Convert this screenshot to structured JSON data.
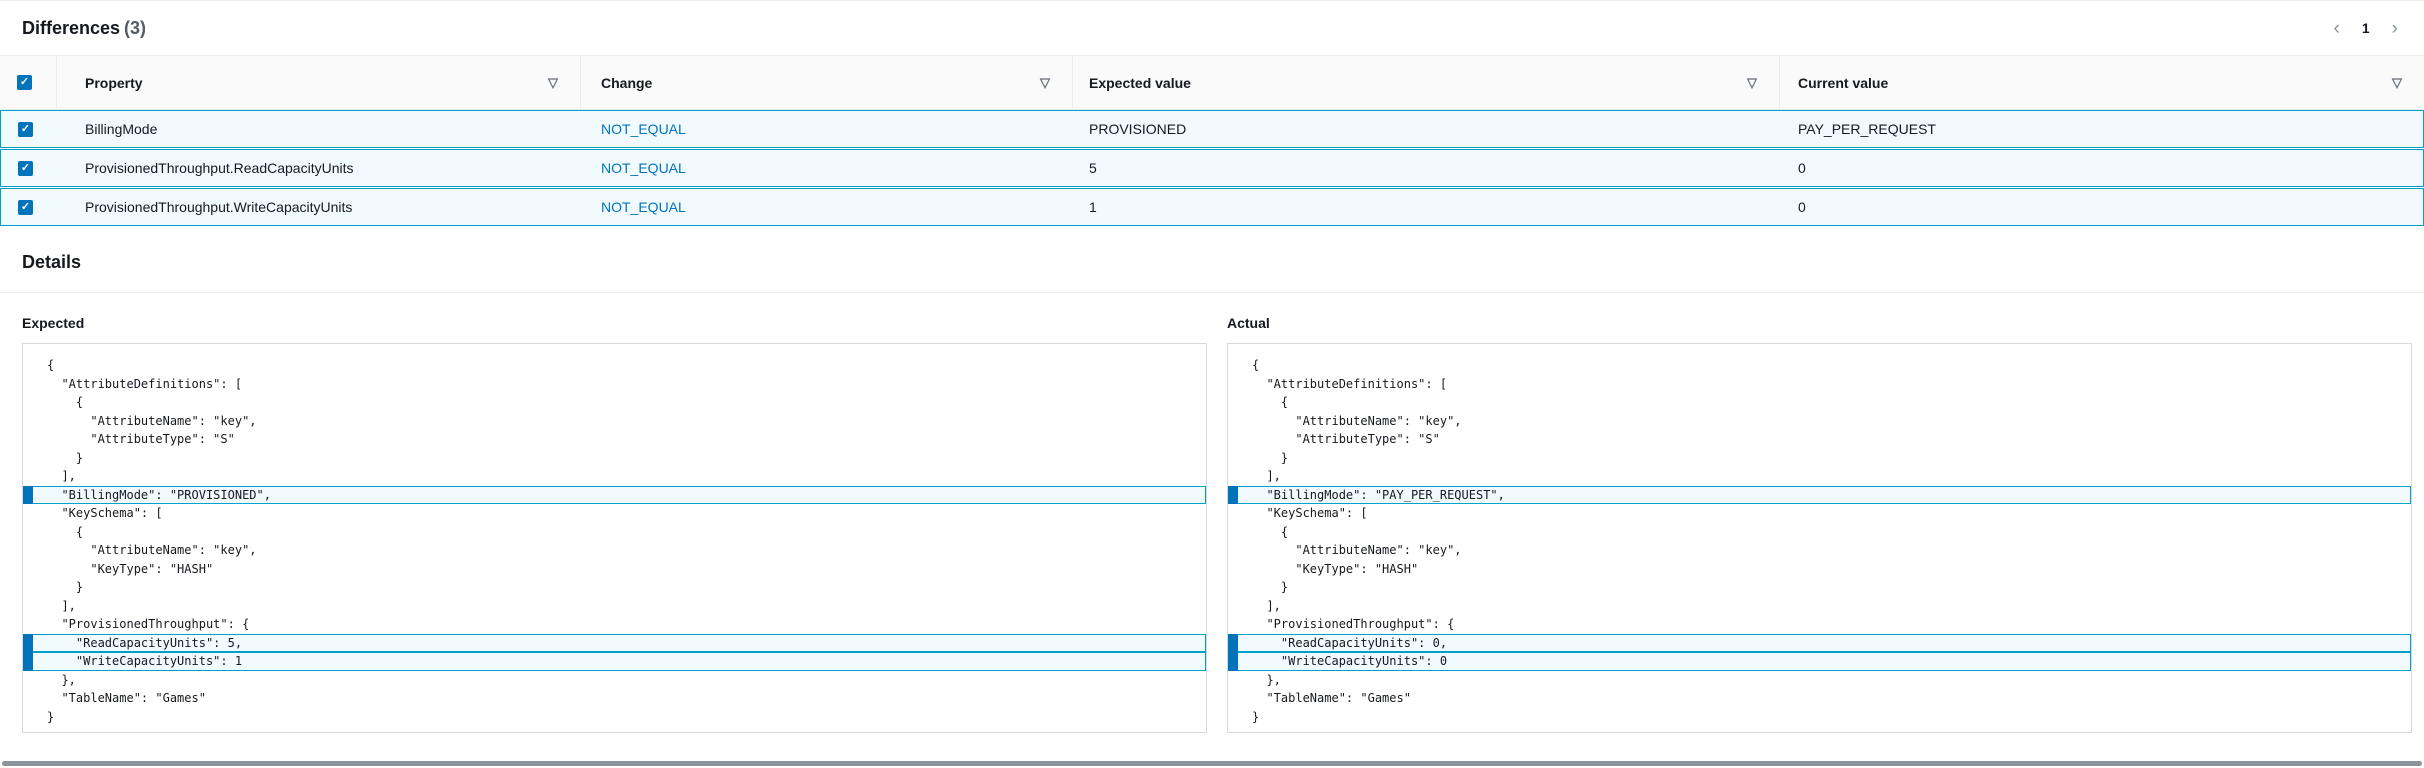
{
  "icons": {
    "filter": "▽",
    "check": "✓",
    "prev": "‹",
    "next": "›"
  },
  "colors": {
    "accent_blue": "#0073bb",
    "selected_border": "#00a1c9",
    "selected_bg": "#f1faff",
    "divider": "#eaeded",
    "text": "#16191f"
  },
  "differences": {
    "title": "Differences",
    "count": "(3)",
    "pagination": {
      "current_page": "1"
    },
    "columns": [
      "Property",
      "Change",
      "Expected value",
      "Current value"
    ],
    "rows": [
      {
        "selected": true,
        "property": "BillingMode",
        "change": "NOT_EQUAL",
        "expected": "PROVISIONED",
        "current": "PAY_PER_REQUEST"
      },
      {
        "selected": true,
        "property": "ProvisionedThroughput.ReadCapacityUnits",
        "change": "NOT_EQUAL",
        "expected": "5",
        "current": "0"
      },
      {
        "selected": true,
        "property": "ProvisionedThroughput.WriteCapacityUnits",
        "change": "NOT_EQUAL",
        "expected": "1",
        "current": "0"
      }
    ]
  },
  "details": {
    "title": "Details",
    "expected": {
      "label": "Expected",
      "lines": [
        {
          "t": "{",
          "h": false
        },
        {
          "t": "  \"AttributeDefinitions\": [",
          "h": false
        },
        {
          "t": "    {",
          "h": false
        },
        {
          "t": "      \"AttributeName\": \"key\",",
          "h": false
        },
        {
          "t": "      \"AttributeType\": \"S\"",
          "h": false
        },
        {
          "t": "    }",
          "h": false
        },
        {
          "t": "  ],",
          "h": false
        },
        {
          "t": "  \"BillingMode\": \"PROVISIONED\",",
          "h": true
        },
        {
          "t": "  \"KeySchema\": [",
          "h": false
        },
        {
          "t": "    {",
          "h": false
        },
        {
          "t": "      \"AttributeName\": \"key\",",
          "h": false
        },
        {
          "t": "      \"KeyType\": \"HASH\"",
          "h": false
        },
        {
          "t": "    }",
          "h": false
        },
        {
          "t": "  ],",
          "h": false
        },
        {
          "t": "  \"ProvisionedThroughput\": {",
          "h": false
        },
        {
          "t": "    \"ReadCapacityUnits\": 5,",
          "h": true
        },
        {
          "t": "    \"WriteCapacityUnits\": 1",
          "h": true
        },
        {
          "t": "  },",
          "h": false
        },
        {
          "t": "  \"TableName\": \"Games\"",
          "h": false
        },
        {
          "t": "}",
          "h": false
        }
      ]
    },
    "actual": {
      "label": "Actual",
      "lines": [
        {
          "t": "{",
          "h": false
        },
        {
          "t": "  \"AttributeDefinitions\": [",
          "h": false
        },
        {
          "t": "    {",
          "h": false
        },
        {
          "t": "      \"AttributeName\": \"key\",",
          "h": false
        },
        {
          "t": "      \"AttributeType\": \"S\"",
          "h": false
        },
        {
          "t": "    }",
          "h": false
        },
        {
          "t": "  ],",
          "h": false
        },
        {
          "t": "  \"BillingMode\": \"PAY_PER_REQUEST\",",
          "h": true
        },
        {
          "t": "  \"KeySchema\": [",
          "h": false
        },
        {
          "t": "    {",
          "h": false
        },
        {
          "t": "      \"AttributeName\": \"key\",",
          "h": false
        },
        {
          "t": "      \"KeyType\": \"HASH\"",
          "h": false
        },
        {
          "t": "    }",
          "h": false
        },
        {
          "t": "  ],",
          "h": false
        },
        {
          "t": "  \"ProvisionedThroughput\": {",
          "h": false
        },
        {
          "t": "    \"ReadCapacityUnits\": 0,",
          "h": true
        },
        {
          "t": "    \"WriteCapacityUnits\": 0",
          "h": true
        },
        {
          "t": "  },",
          "h": false
        },
        {
          "t": "  \"TableName\": \"Games\"",
          "h": false
        },
        {
          "t": "}",
          "h": false
        }
      ]
    }
  }
}
